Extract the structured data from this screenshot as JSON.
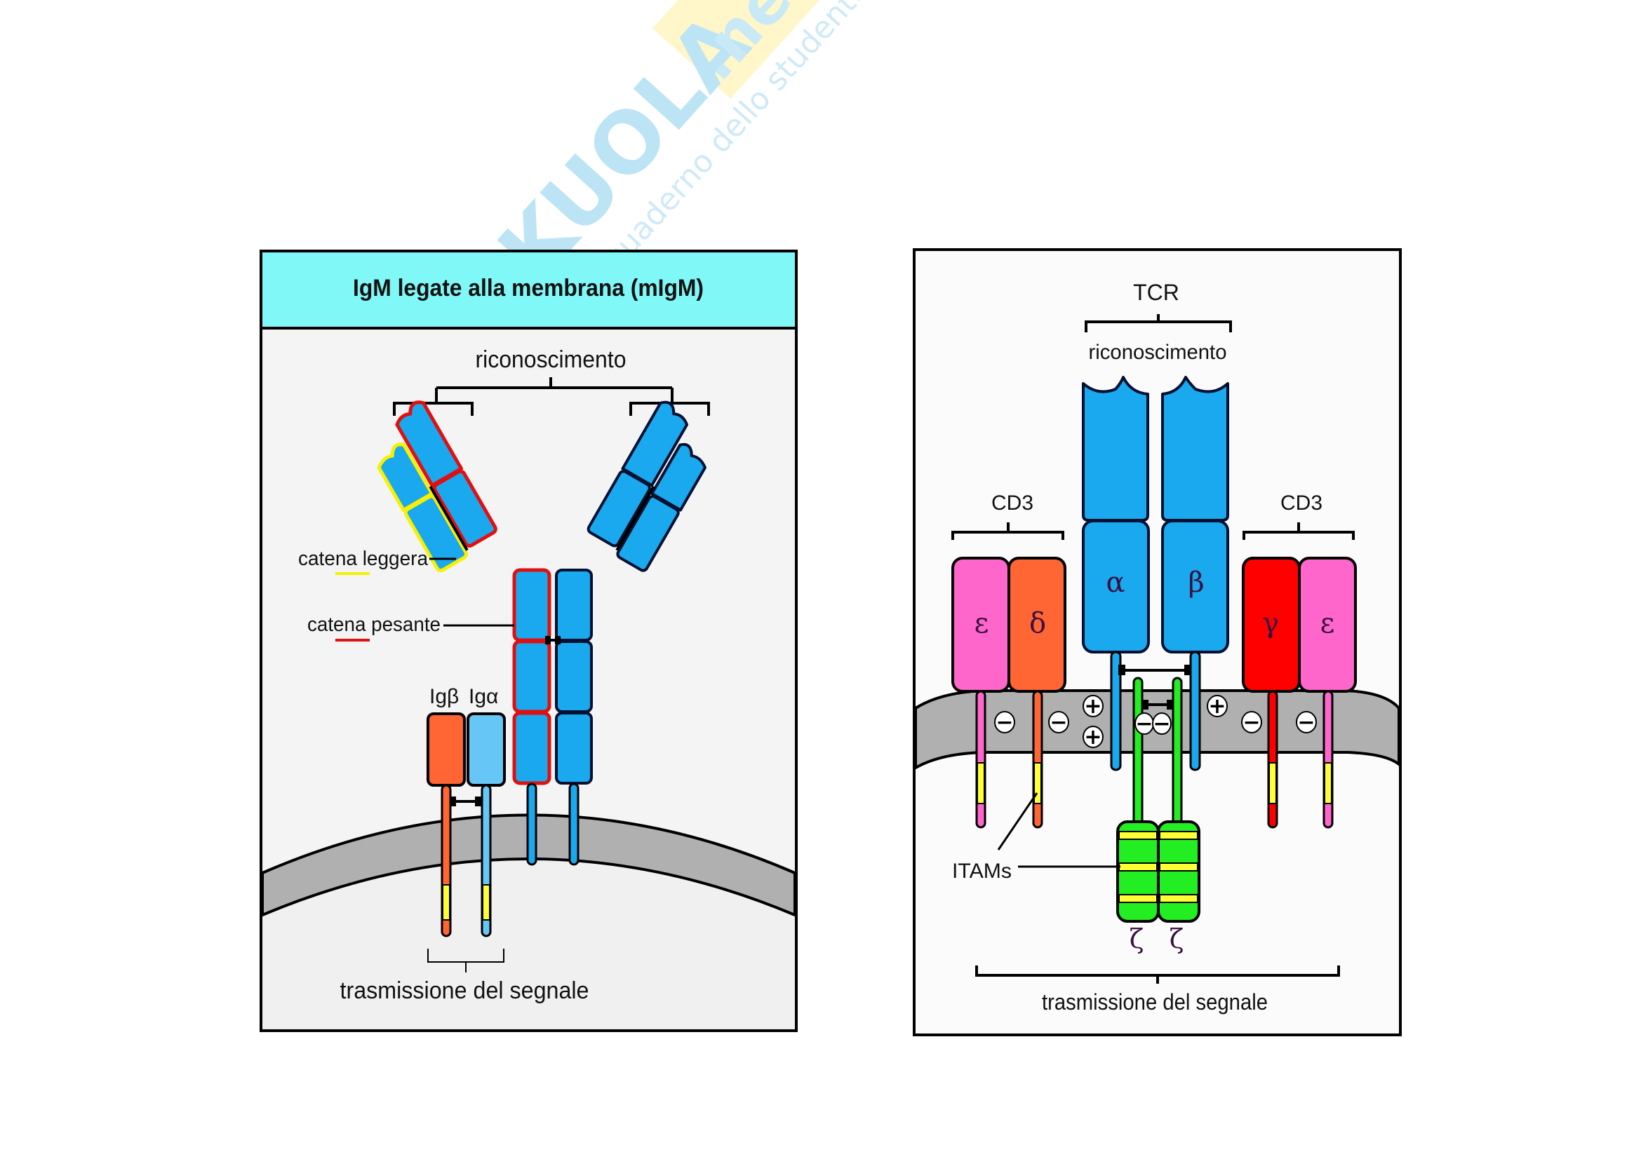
{
  "watermark": {
    "brand": "SKUOLA",
    "tld": ".net",
    "tagline": "il quaderno dello studente",
    "colors": {
      "brand": "#a8dcf2",
      "tld_bg": "#fff5b8"
    }
  },
  "left_panel": {
    "title": "IgM legate alla membrana (mIgM)",
    "recognition_label": "riconoscimento",
    "light_chain_label": "catena leggera",
    "heavy_chain_label": "catena pesante",
    "ig_beta_label": "Igβ",
    "ig_alpha_label": "Igα",
    "signal_label": "trasmissione del segnale",
    "colors": {
      "header_bg": "#80f8f8",
      "panel_bg": "#f4f4f4",
      "domain_fill": "#1aa8ef",
      "light_chain_outline": "#f8f000",
      "heavy_chain_outline": "#e01010",
      "ig_beta": "#ff6633",
      "ig_alpha": "#66c6f6",
      "membrane": "#b0b0b0",
      "itam": "#ffff33"
    }
  },
  "right_panel": {
    "tcr_label": "TCR",
    "recognition_label": "riconoscimento",
    "cd3_left_label": "CD3",
    "cd3_right_label": "CD3",
    "alpha_label": "α",
    "beta_label": "β",
    "epsilon_left_label": "ε",
    "delta_label": "δ",
    "gamma_label": "γ",
    "epsilon_right_label": "ε",
    "zeta_left_label": "ζ",
    "zeta_right_label": "ζ",
    "itams_label": "ITAMs",
    "signal_label": "trasmissione del segnale",
    "charges": {
      "minus": "−",
      "plus": "+"
    },
    "colors": {
      "tcr_fill": "#1aa8ef",
      "epsilon": "#ff66cc",
      "delta": "#ff6633",
      "gamma": "#ff0000",
      "zeta": "#22ee22",
      "itam": "#ffff33",
      "membrane": "#b0b0b0",
      "panel_bg": "#fbfbfb"
    }
  }
}
